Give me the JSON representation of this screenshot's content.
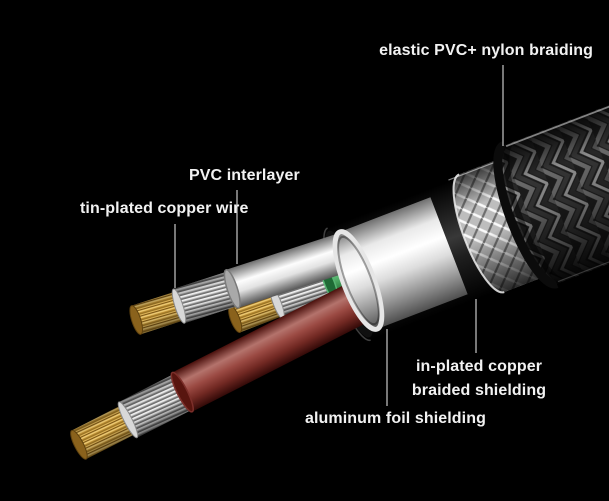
{
  "labels": {
    "outer_braiding": "elastic PVC+ nylon braiding",
    "pvc_interlayer": "PVC interlayer",
    "tin_plated_copper_wire": "tin-plated copper wire",
    "copper_braided_shielding_line1": "in-plated copper",
    "copper_braided_shielding_line2": "braided shielding",
    "aluminum_foil_shielding": "aluminum foil shielding"
  },
  "colors": {
    "background": "#000000",
    "label_text": "#f2f2f2",
    "leader_line": "#c9c9c9",
    "pvc_interlayer_sleeve": "#ffffff",
    "wire_white_insulation": "#fdfdfd",
    "wire_green_insulation": "#3f9855",
    "wire_red_insulation": "#9b4a43",
    "tinned_strands": "#b3b3b3",
    "brass_core": "#c59a42",
    "aluminum_foil": "#101010",
    "copper_braid": "#bdbdbd",
    "outer_braid": "#1e1e1e"
  }
}
